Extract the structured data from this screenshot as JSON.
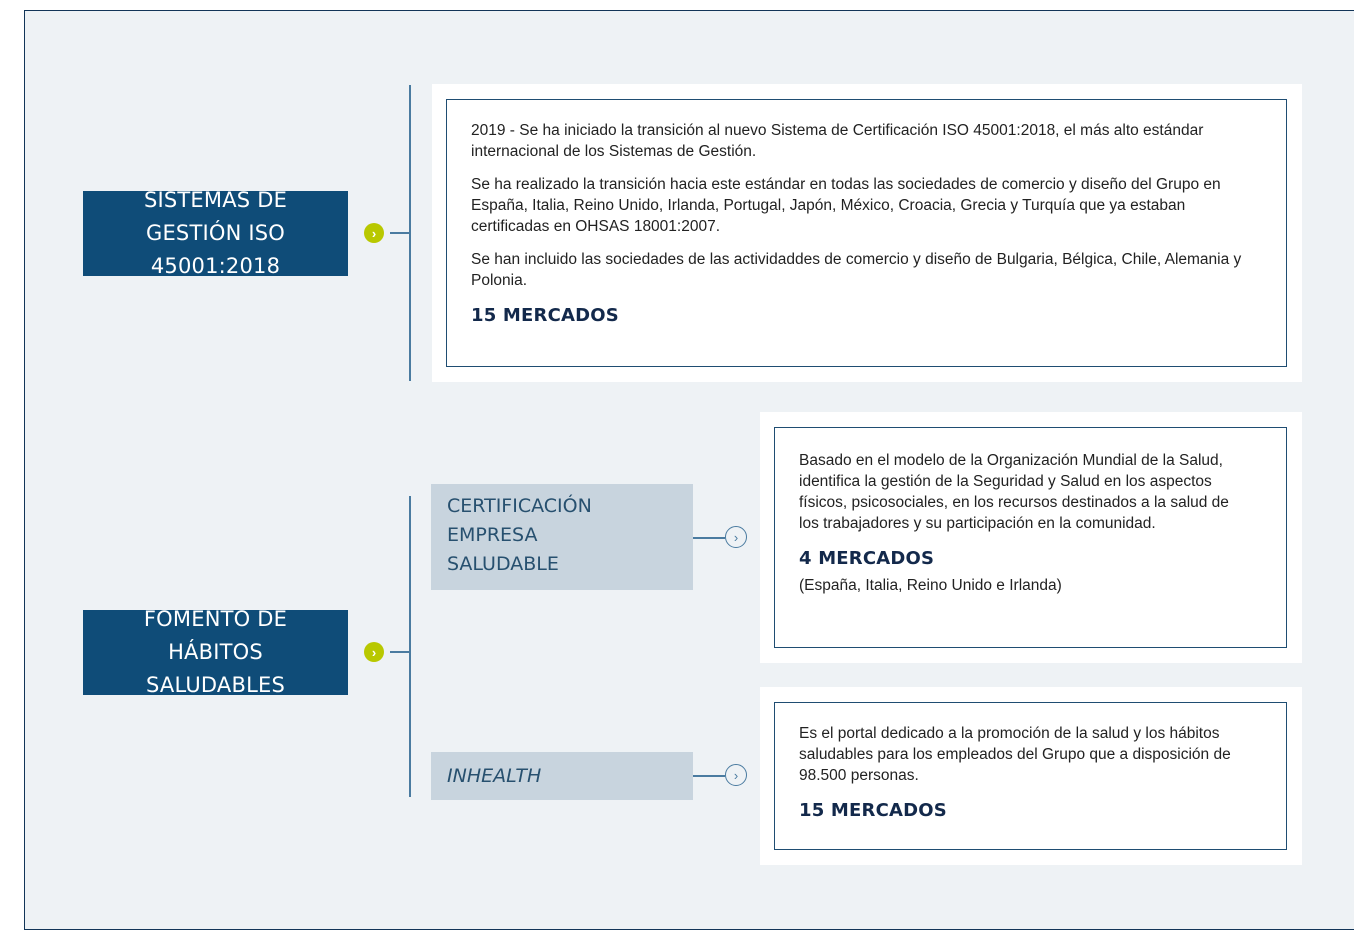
{
  "sections": {
    "iso": {
      "title": "SISTEMAS DE GESTIÓN ISO 45001:2018",
      "paragraphs": [
        "2019 - Se ha iniciado la transición al nuevo Sistema de Certificación ISO 45001:2018, el más alto estándar internacional de los Sistemas de Gestión.",
        "Se ha realizado la transición hacia este estándar en todas las sociedades de comercio y diseño del Grupo en España, Italia, Reino Unido, Irlanda, Portugal, Japón, México, Croacia, Grecia y Turquía que ya estaban certificadas en OHSAS 18001:2007.",
        "Se han incluido las sociedades de las actividaddes de comercio y diseño de Bulgaria, Bélgica, Chile, Alemania y Polonia."
      ],
      "markets": "15 MERCADOS"
    },
    "habits": {
      "title": "FOMENTO DE HÁBITOS SALUDABLES",
      "certification": {
        "label_lines": [
          "CERTIFICACIÓN",
          "EMPRESA",
          "SALUDABLE"
        ],
        "description": "Basado en el modelo de la Organización Mundial de la Salud, identifica la gestión de la Seguridad y Salud en los aspectos físicos, psicosociales, en los recursos destinados a la salud de los trabajadores y su participación en la comunidad.",
        "markets": "4 MERCADOS",
        "markets_note": "(España, Italia, Reino Unido e Irlanda)"
      },
      "inhealth": {
        "label": "INHEALTH",
        "description": "Es el portal dedicado a la promoción de la salud y los hábitos saludables para los empleados del Grupo que a disposición de 98.500 personas.",
        "markets": "15 MERCADOS"
      }
    }
  },
  "icons": {
    "bullet": "chevron-right-icon",
    "connector": "chevron-right-circle-icon"
  },
  "colors": {
    "dark_blue": "#0f4c78",
    "light_blue": "#c8d4de",
    "accent_green": "#b8c800",
    "line": "#4a7ba0",
    "background": "#eef2f5"
  }
}
